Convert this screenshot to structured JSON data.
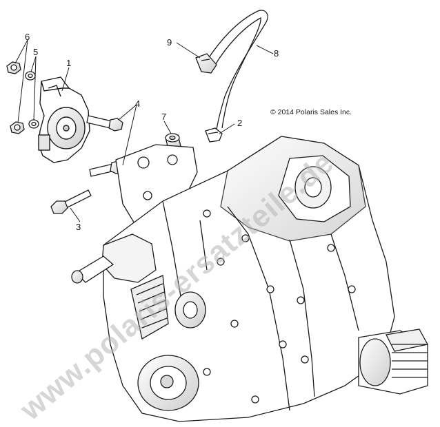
{
  "callouts": {
    "c1": "1",
    "c2": "2",
    "c3": "3",
    "c4": "4",
    "c5": "5",
    "c6": "6",
    "c7": "7",
    "c8": "8",
    "c9": "9"
  },
  "copyright": "© 2014 Polaris Sales Inc.",
  "watermark": "www.polaris-ersatzteile.de",
  "colors": {
    "line": "#1a1a1a",
    "shade": "#d9d9d9",
    "watermark": "#b4b4b4"
  }
}
